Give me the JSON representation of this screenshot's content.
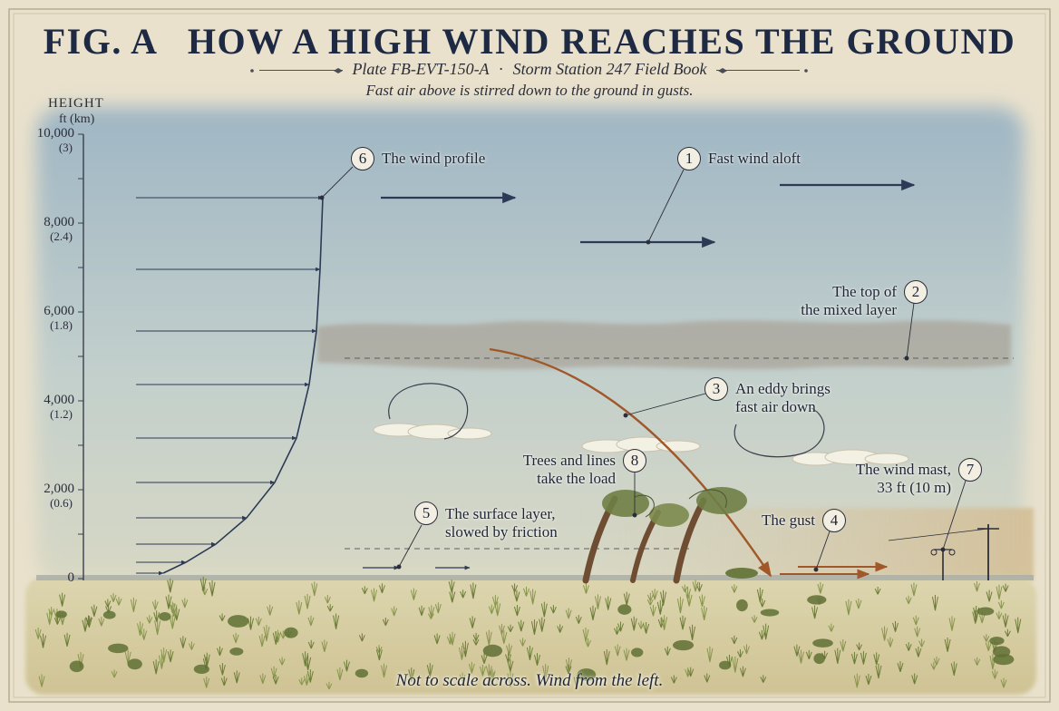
{
  "title": "FIG. A   HOW A HIGH WIND REACHES THE GROUND",
  "subtitle": {
    "plate": "Plate FB-EVT-150-A",
    "separator": "·",
    "book": "Storm Station 247 Field Book"
  },
  "tagline": "Fast air above is stirred down to the ground in gusts.",
  "footer": "Not to scale across. Wind from the left.",
  "axis": {
    "title": "HEIGHT",
    "unit": "ft (km)",
    "ticks": [
      {
        "ft": 10000,
        "label": "10,000",
        "sub": "(3)"
      },
      {
        "ft": 8000,
        "label": "8,000",
        "sub": "(2.4)"
      },
      {
        "ft": 6000,
        "label": "6,000",
        "sub": "(1.8)"
      },
      {
        "ft": 4000,
        "label": "4,000",
        "sub": "(1.2)"
      },
      {
        "ft": 2000,
        "label": "2,000",
        "sub": "(0.6)"
      },
      {
        "ft": 0,
        "label": "0",
        "sub": ""
      }
    ]
  },
  "callouts": [
    {
      "number": "1",
      "lines": [
        "Fast wind aloft"
      ]
    },
    {
      "number": "2",
      "lines": [
        "The top of",
        "the mixed layer"
      ]
    },
    {
      "number": "3",
      "lines": [
        "An eddy brings",
        "fast air down"
      ]
    },
    {
      "number": "4",
      "lines": [
        "The gust"
      ]
    },
    {
      "number": "5",
      "lines": [
        "The surface layer,",
        "slowed by friction"
      ]
    },
    {
      "number": "6",
      "lines": [
        "The wind profile"
      ]
    },
    {
      "number": "7",
      "lines": [
        "The wind mast,",
        "33 ft (10 m)"
      ]
    },
    {
      "number": "8",
      "lines": [
        "Trees and lines",
        "take the load"
      ]
    }
  ],
  "colors": {
    "ink": "#1f2433",
    "title": "#1e2a44",
    "arrow": "#2c3a55",
    "gust": "#a0582a",
    "grass": "#6f7d3a",
    "paper": "#e9e1cc"
  }
}
